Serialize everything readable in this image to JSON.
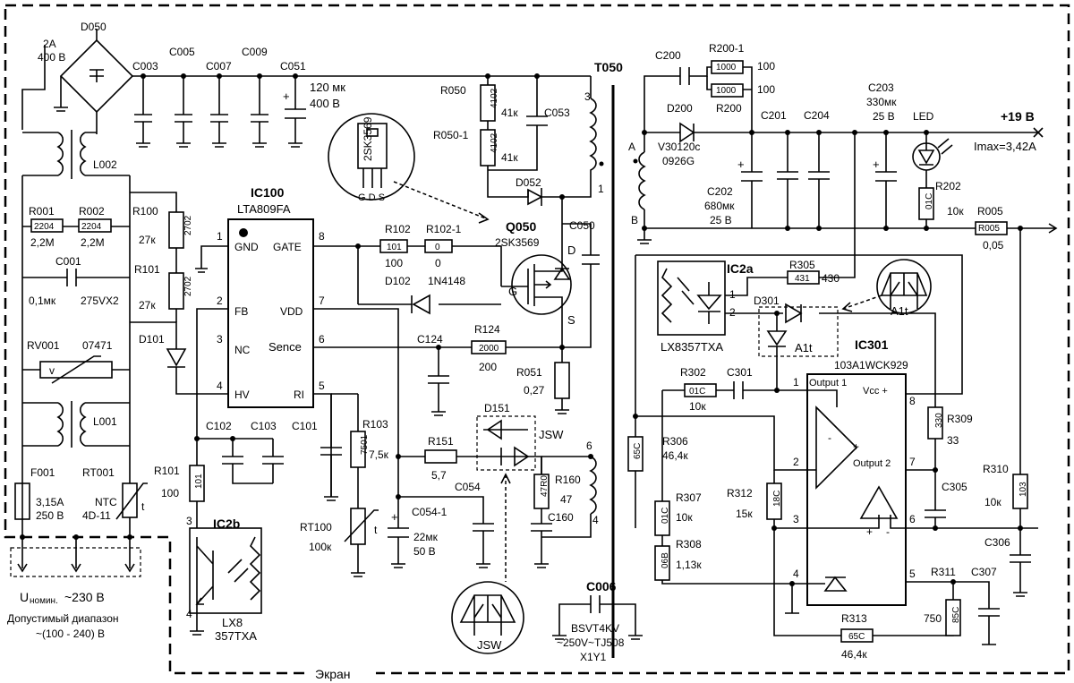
{
  "components": {
    "D050": {
      "ref": "D050",
      "rating1": "2A",
      "rating2": "400 В"
    },
    "C003": {
      "ref": "C003"
    },
    "C005": {
      "ref": "C005"
    },
    "C007": {
      "ref": "C007"
    },
    "C009": {
      "ref": "C009"
    },
    "C051": {
      "ref": "C051",
      "value": "120 мк",
      "voltage": "400 В"
    },
    "L002": {
      "ref": "L002"
    },
    "R001": {
      "ref": "R001",
      "code": "2204",
      "value": "2,2М"
    },
    "R002": {
      "ref": "R002",
      "code": "2204",
      "value": "2,2М"
    },
    "C001": {
      "ref": "C001",
      "value": "0,1мк",
      "voltage": "275VX2"
    },
    "RV001": {
      "ref": "RV001",
      "code": "07471",
      "mark": "v"
    },
    "L001": {
      "ref": "L001"
    },
    "F001": {
      "ref": "F001",
      "value": "3,15A",
      "voltage": "250 В"
    },
    "RT001": {
      "ref": "RT001",
      "type": "NTC",
      "code": "4D-11",
      "mark": "t"
    },
    "R100": {
      "ref": "R100",
      "code": "2702",
      "value": "27к"
    },
    "R101a": {
      "ref": "R101",
      "code": "2702",
      "value": "27к"
    },
    "D101": {
      "ref": "D101"
    },
    "IC100": {
      "ref": "IC100",
      "part": "LTA809FA",
      "pins": [
        {
          "n": "1",
          "name": "GND"
        },
        {
          "n": "2",
          "name": "FB"
        },
        {
          "n": "3",
          "name": "NC"
        },
        {
          "n": "4",
          "name": "HV"
        },
        {
          "n": "8",
          "name": "GATE"
        },
        {
          "n": "7",
          "name": "VDD"
        },
        {
          "n": "6",
          "name": "Sence"
        },
        {
          "n": "5",
          "name": "RI"
        }
      ]
    },
    "C102": {
      "ref": "C102"
    },
    "C103": {
      "ref": "C103"
    },
    "C101": {
      "ref": "C101"
    },
    "R101b": {
      "ref": "R101",
      "code": "101",
      "value": "100"
    },
    "R103": {
      "ref": "R103",
      "code": "7501",
      "value": "7,5к"
    },
    "RT100": {
      "ref": "RT100",
      "value": "100к",
      "mark": "t"
    },
    "IC2b": {
      "ref": "IC2b",
      "part1": "LX8",
      "part2": "357TXA",
      "pin3": "3",
      "pin4": "4"
    },
    "R102": {
      "ref": "R102",
      "code": "101",
      "value": "100"
    },
    "R1021": {
      "ref": "R102-1",
      "code": "0",
      "value": "0"
    },
    "D102": {
      "ref": "D102",
      "part": "1N4148"
    },
    "Q050": {
      "ref": "Q050",
      "part": "2SK3569",
      "pin_g": "G",
      "pin_d": "D",
      "pin_s": "S"
    },
    "Q050pkg": {
      "part": "2SK3569",
      "pins": "G D S"
    },
    "R050": {
      "ref": "R050",
      "code": "4102",
      "value": "41к"
    },
    "R0501": {
      "ref": "R050-1",
      "code": "4102",
      "value": "41к"
    },
    "C053": {
      "ref": "C053"
    },
    "D052": {
      "ref": "D052"
    },
    "C050": {
      "ref": "C050"
    },
    "R124": {
      "ref": "R124",
      "code": "2000",
      "value": "200"
    },
    "C124": {
      "ref": "C124"
    },
    "R051": {
      "ref": "R051",
      "value": "0,27"
    },
    "D151": {
      "ref": "D151",
      "label": "JSW"
    },
    "R151": {
      "ref": "R151",
      "value": "5,7"
    },
    "C054": {
      "ref": "C054"
    },
    "C0541": {
      "ref": "C054-1",
      "value": "22мк",
      "voltage": "50 В"
    },
    "R160": {
      "ref": "R160",
      "code": "47R0",
      "value": "47"
    },
    "C160": {
      "ref": "C160"
    },
    "JSWpkg": {
      "label": "JSW"
    },
    "T050": {
      "ref": "T050",
      "pins": [
        "3",
        "1",
        "6",
        "4",
        "A",
        "B"
      ]
    },
    "C006": {
      "ref": "C006",
      "part": "BSVT4KV",
      "rating": "~250V~TJ508",
      "code": "X1Y1"
    },
    "C200": {
      "ref": "C200"
    },
    "R2001": {
      "ref": "R200-1",
      "code": "1000",
      "value": "100"
    },
    "R200": {
      "ref": "R200",
      "code": "1000",
      "value": "100"
    },
    "D200": {
      "ref": "D200",
      "part": "V30120c",
      "code": "0926G"
    },
    "C201": {
      "ref": "C201"
    },
    "C204": {
      "ref": "C204"
    },
    "C202": {
      "ref": "C202",
      "value": "680мк",
      "voltage": "25 В"
    },
    "C203": {
      "ref": "C203",
      "value": "330мк",
      "voltage": "25 В"
    },
    "LED": {
      "ref": "LED"
    },
    "R202": {
      "ref": "R202",
      "code": "01C",
      "value": "10к"
    },
    "R005": {
      "ref": "R005",
      "code": "R005",
      "value": "0,05"
    },
    "IC2a": {
      "ref": "IC2a",
      "part": "LX8357TXA",
      "pin1": "1",
      "pin2": "2"
    },
    "R305": {
      "ref": "R305",
      "code": "431",
      "value": "430"
    },
    "D301": {
      "ref": "D301",
      "label": "A1t"
    },
    "A1tpkg": {
      "label": "A1t"
    },
    "IC301": {
      "ref": "IC301",
      "part": "103A1WCK929",
      "out1": "Output 1",
      "out2": "Output 2",
      "vcc": "Vcc +",
      "pins": [
        "1",
        "2",
        "3",
        "4",
        "5",
        "6",
        "7",
        "8"
      ]
    },
    "R302": {
      "ref": "R302",
      "code": "01C",
      "value": "10к"
    },
    "C301": {
      "ref": "C301"
    },
    "R306": {
      "ref": "R306",
      "code": "65C",
      "value": "46,4к"
    },
    "R307": {
      "ref": "R307",
      "code": "01C",
      "value": "10к"
    },
    "R308": {
      "ref": "R308",
      "code": "06B",
      "value": "1,13к"
    },
    "R312": {
      "ref": "R312",
      "code": "18C",
      "value": "15к"
    },
    "R309": {
      "ref": "R309",
      "code": "330",
      "value": "33"
    },
    "C305": {
      "ref": "C305"
    },
    "R310": {
      "ref": "R310",
      "code": "103",
      "value": "10к"
    },
    "C306": {
      "ref": "C306"
    },
    "R311": {
      "ref": "R311",
      "code": "85C",
      "value": "750"
    },
    "C307": {
      "ref": "C307"
    },
    "R313": {
      "ref": "R313",
      "code": "65C",
      "value": "46,4к"
    }
  },
  "output": {
    "voltage": "+19 В",
    "imax": "Imax=3,42A"
  },
  "input": {
    "line1": "Uноминал ~230 В",
    "line1_main": "U",
    "line1_sub": "номин.",
    "line1_val": " ~230 В",
    "line2": "Допустимый диапазон",
    "line3": "~(100 - 240) В"
  },
  "screen": {
    "label": "Экран"
  }
}
